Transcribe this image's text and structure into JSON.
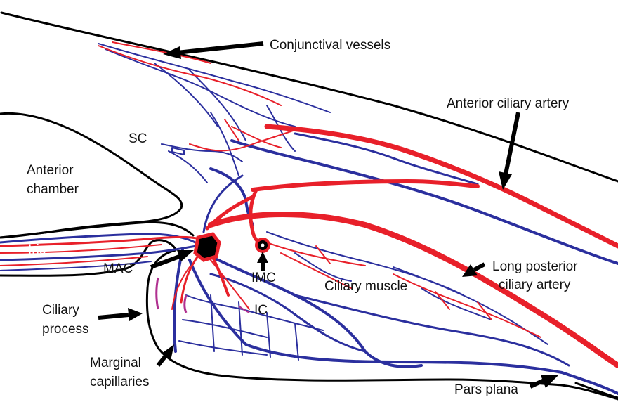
{
  "labels": {
    "conjunctival_vessels": "Conjunctival vessels",
    "anterior_ciliary_artery": "Anterior ciliary artery",
    "sc": "SC",
    "anterior_chamber_line1": "Anterior",
    "anterior_chamber_line2": "chamber",
    "iris": "Iris",
    "mac": "MAC",
    "imc": "IMC",
    "ciliary_muscle": "Ciliary muscle",
    "long_posterior_line1": "Long posterior",
    "long_posterior_line2": "ciliary artery",
    "ic": "IC",
    "ciliary_process_line1": "Ciliary",
    "ciliary_process_line2": "process",
    "marginal_line1": "Marginal",
    "marginal_line2": "capillaries",
    "pars_plana": "Pars plana"
  },
  "colors": {
    "artery": "#e8202a",
    "vein": "#2b2f9e",
    "outline": "#000000",
    "transition": "#b03090"
  }
}
